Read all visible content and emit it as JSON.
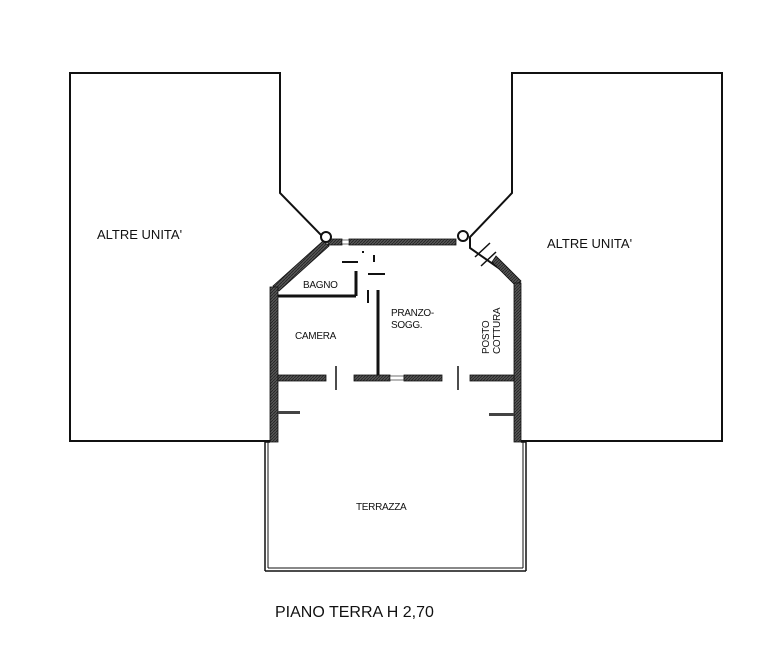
{
  "plan": {
    "title": "PIANO TERRA H 2,70",
    "colors": {
      "line": "#111111",
      "wall_fill": "#555555",
      "background": "#ffffff"
    },
    "labels": {
      "left_unit": "ALTRE UNITA'",
      "right_unit": "ALTRE UNITA'",
      "bagno": "BAGNO",
      "camera": "CAMERA",
      "pranzo_line1": "PRANZO-",
      "pranzo_line2": "SOGG.",
      "posto_line1": "POSTO",
      "posto_line2": "COTTURA",
      "terrazza": "TERRAZZA"
    }
  }
}
